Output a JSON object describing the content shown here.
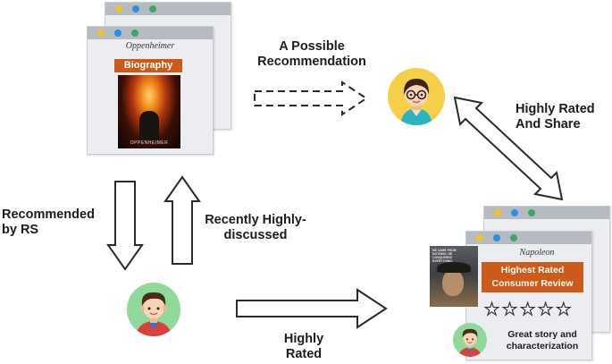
{
  "top_card": {
    "movie_title": "Oppenheimer",
    "genre_label": "Biography",
    "poster_text": "OPPENHEIMER"
  },
  "bottom_card": {
    "movie_title": "Napoleon",
    "banner_label": "Highest Rated Consumer Review",
    "rating_stars": 5,
    "poster_tagline": "HE CAME FROM NOTHING. HE CONQUERED EVERYTHING.",
    "review_text": "Great story and characterization"
  },
  "arrows": {
    "possible_recommendation": "A Possible Recommendation",
    "highly_rated_share": "Highly Rated And Share",
    "recommended_by_rs": "Recommended by RS",
    "recently_discussed": "Recently Highly-discussed",
    "highly_rated": "Highly Rated"
  },
  "colors": {
    "orange": "#cc5a18",
    "dot_yellow": "#f2c12e",
    "dot_blue": "#2e8fe0",
    "dot_green": "#3aa966",
    "avatar_bg": "#f6cf48",
    "avatar_bg_green": "#8fd99a"
  }
}
